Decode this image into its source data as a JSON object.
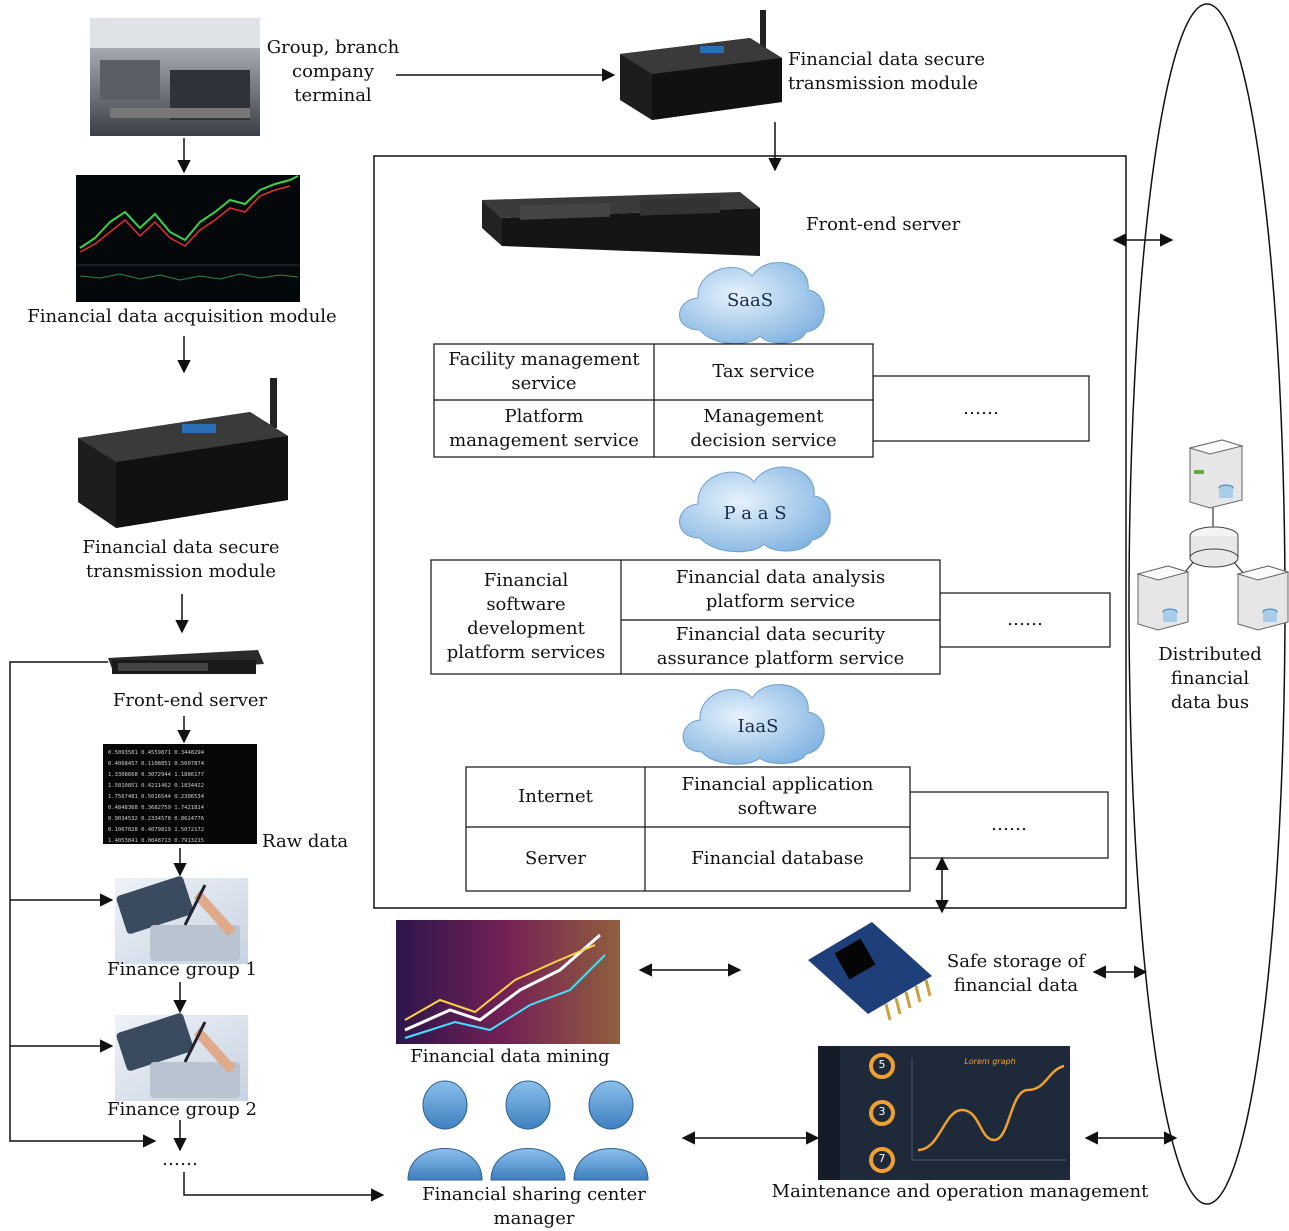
{
  "left_column": {
    "terminal_label": "Group, branch\ncompany\nterminal",
    "acquisition_label": "Financial data acquisition module",
    "secure_module_label": "Financial data secure\ntransmission module",
    "front_end_label": "Front-end server",
    "raw_data_label": "Raw data",
    "group1_label": "Finance group 1",
    "group2_label": "Finance group 2",
    "ellipsis": "……"
  },
  "top_module_label": "Financial data secure\ntransmission module",
  "cloud_box": {
    "front_end_label": "Front-end server",
    "saas": {
      "cloud": "SaaS",
      "cells": [
        "Facility management\nservice",
        "Tax service",
        "Platform\nmanagement service",
        "Management\ndecision service"
      ],
      "more": "……"
    },
    "paas": {
      "cloud": "P a a S",
      "left_cell": "Financial\nsoftware\ndevelopment\nplatform services",
      "cells": [
        "Financial data analysis\nplatform service",
        "Financial data security\nassurance platform service"
      ],
      "more": "……"
    },
    "iaas": {
      "cloud": "IaaS",
      "cells": [
        "Internet",
        "Financial application\nsoftware",
        "Server",
        "Financial database"
      ],
      "more": "……"
    }
  },
  "bus_label": "Distributed\nfinancial\ndata bus",
  "bottom": {
    "safe_storage_label": "Safe storage of\nfinancial data",
    "mining_label": "Financial data mining",
    "manager_label": "Financial sharing center manager",
    "maintenance_label": "Maintenance and operation management",
    "graph_title": "Lorem graph",
    "gauges": [
      "5",
      "3",
      "7"
    ]
  },
  "colors": {
    "line": "#111111",
    "cloud": "#a9cdec",
    "person": "#5f9ed6",
    "device": "#1c1c1c",
    "screen": "#1e2a3a"
  }
}
